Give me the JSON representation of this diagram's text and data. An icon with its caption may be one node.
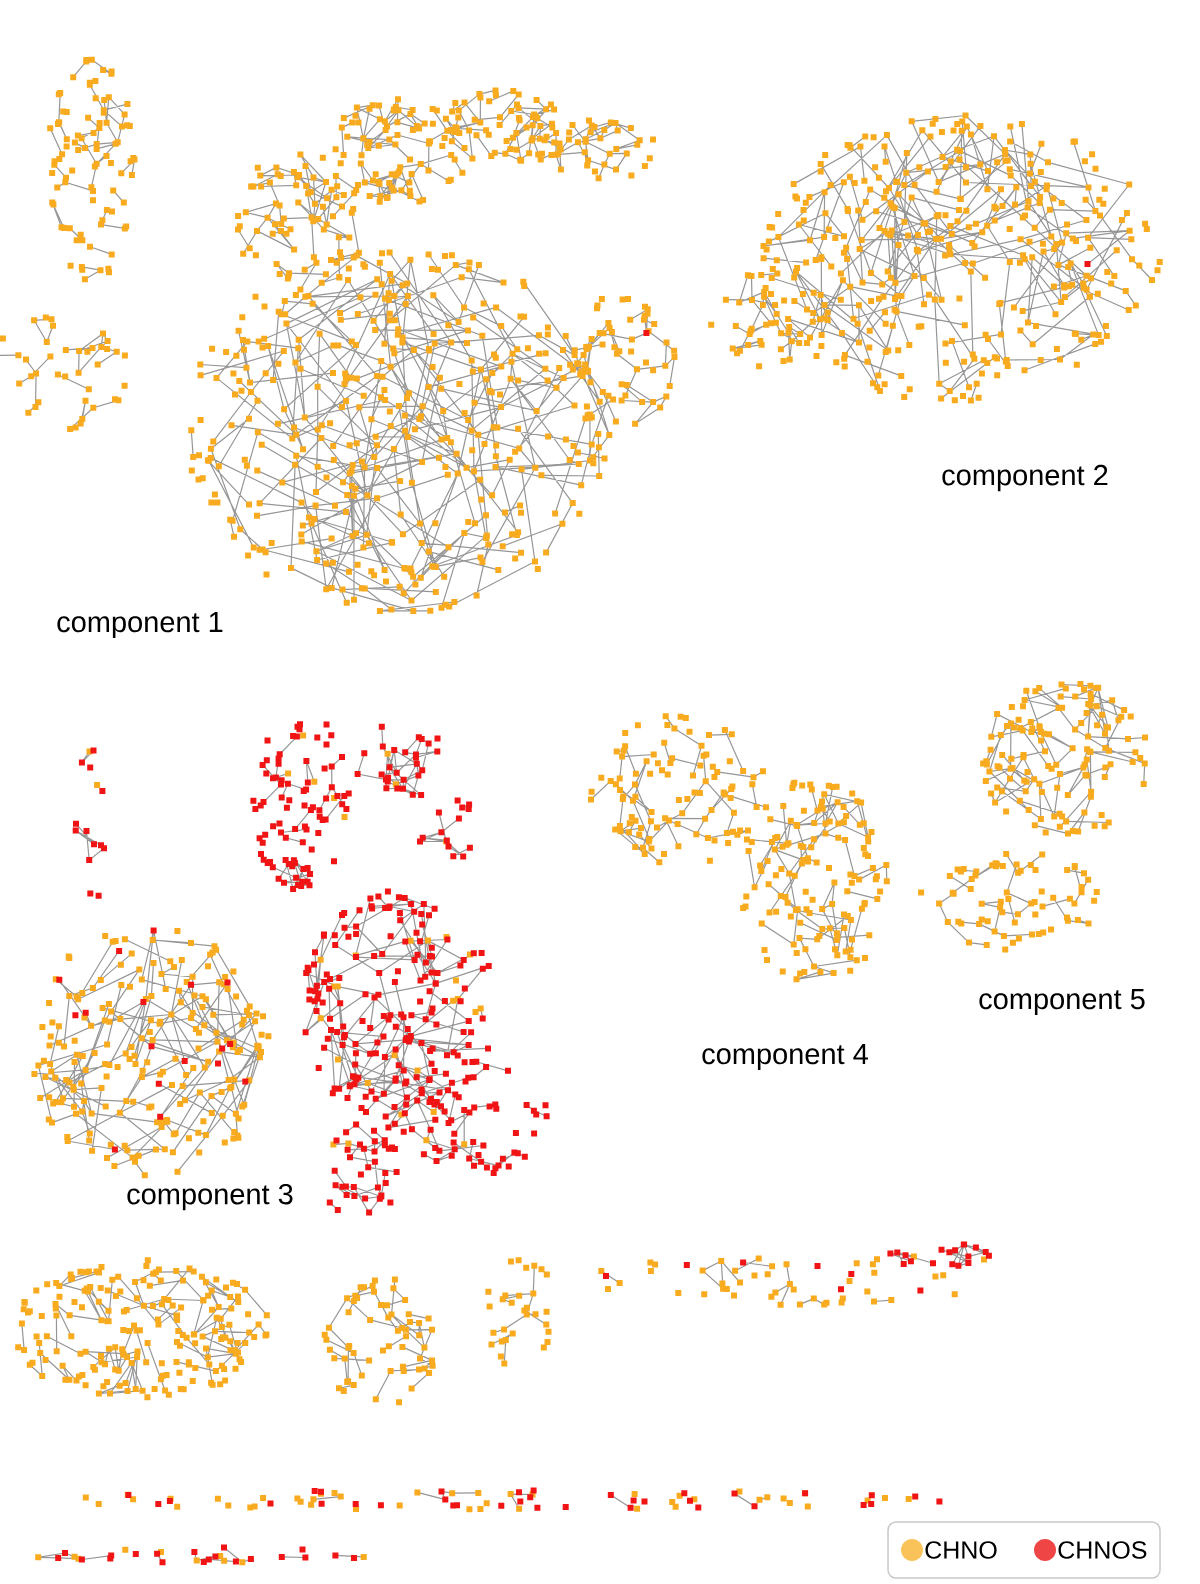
{
  "diagram": {
    "labels": [
      "component 2",
      "component 1",
      "component 4",
      "component 5",
      "component 3"
    ],
    "legend": [
      {
        "text": "CHNO",
        "color": "#f9c35a"
      },
      {
        "text": "CHNOS",
        "color": "#f04545"
      }
    ]
  }
}
